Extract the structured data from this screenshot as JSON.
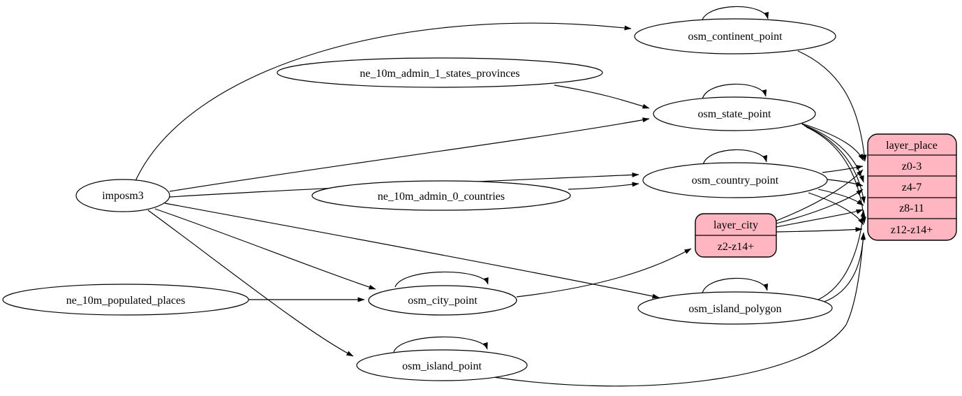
{
  "diagram": {
    "type": "etl-graph",
    "colors": {
      "record_fill": "#FFB6C1",
      "node_fill": "#FFFFFF",
      "stroke": "#000000",
      "background": "#FFFFFF"
    },
    "nodes": {
      "imposm3": {
        "label": "imposm3",
        "shape": "ellipse"
      },
      "ne_10m_admin_1_states_provinces": {
        "label": "ne_10m_admin_1_states_provinces",
        "shape": "ellipse"
      },
      "ne_10m_admin_0_countries": {
        "label": "ne_10m_admin_0_countries",
        "shape": "ellipse"
      },
      "ne_10m_populated_places": {
        "label": "ne_10m_populated_places",
        "shape": "ellipse"
      },
      "osm_continent_point": {
        "label": "osm_continent_point",
        "shape": "ellipse"
      },
      "osm_state_point": {
        "label": "osm_state_point",
        "shape": "ellipse"
      },
      "osm_country_point": {
        "label": "osm_country_point",
        "shape": "ellipse"
      },
      "osm_city_point": {
        "label": "osm_city_point",
        "shape": "ellipse"
      },
      "osm_island_polygon": {
        "label": "osm_island_polygon",
        "shape": "ellipse"
      },
      "osm_island_point": {
        "label": "osm_island_point",
        "shape": "ellipse"
      },
      "layer_city": {
        "title": "layer_city",
        "rows": [
          "z2-z14+"
        ],
        "shape": "record"
      },
      "layer_place": {
        "title": "layer_place",
        "rows": [
          "z0-3",
          "z4-7",
          "z8-11",
          "z12-z14+"
        ],
        "shape": "record"
      }
    },
    "edges": [
      {
        "from": "imposm3",
        "to": "osm_continent_point"
      },
      {
        "from": "imposm3",
        "to": "osm_state_point"
      },
      {
        "from": "imposm3",
        "to": "osm_country_point"
      },
      {
        "from": "imposm3",
        "to": "osm_city_point"
      },
      {
        "from": "imposm3",
        "to": "osm_island_polygon"
      },
      {
        "from": "imposm3",
        "to": "osm_island_point"
      },
      {
        "from": "ne_10m_admin_1_states_provinces",
        "to": "osm_state_point"
      },
      {
        "from": "ne_10m_admin_0_countries",
        "to": "osm_country_point"
      },
      {
        "from": "ne_10m_populated_places",
        "to": "osm_city_point"
      },
      {
        "from": "osm_continent_point",
        "to": "osm_continent_point"
      },
      {
        "from": "osm_state_point",
        "to": "osm_state_point"
      },
      {
        "from": "osm_country_point",
        "to": "osm_country_point"
      },
      {
        "from": "osm_city_point",
        "to": "osm_city_point"
      },
      {
        "from": "osm_island_polygon",
        "to": "osm_island_polygon"
      },
      {
        "from": "osm_island_point",
        "to": "osm_island_point"
      },
      {
        "from": "osm_city_point",
        "to": "layer_city:z2-z14+"
      },
      {
        "from": "osm_continent_point",
        "to": "layer_place:z0-3"
      },
      {
        "from": "osm_country_point",
        "to": "layer_place:z0-3"
      },
      {
        "from": "osm_country_point",
        "to": "layer_place:z4-7"
      },
      {
        "from": "osm_country_point",
        "to": "layer_place:z8-11"
      },
      {
        "from": "osm_country_point",
        "to": "layer_place:z12-z14+"
      },
      {
        "from": "osm_state_point",
        "to": "layer_place:z0-3"
      },
      {
        "from": "osm_state_point",
        "to": "layer_place:z4-7"
      },
      {
        "from": "osm_state_point",
        "to": "layer_place:z8-11"
      },
      {
        "from": "osm_state_point",
        "to": "layer_place:z12-z14+"
      },
      {
        "from": "layer_city",
        "to": "layer_place:z0-3"
      },
      {
        "from": "layer_city",
        "to": "layer_place:z4-7"
      },
      {
        "from": "layer_city",
        "to": "layer_place:z8-11"
      },
      {
        "from": "layer_city",
        "to": "layer_place:z12-z14+"
      },
      {
        "from": "osm_island_polygon",
        "to": "layer_place:z8-11"
      },
      {
        "from": "osm_island_polygon",
        "to": "layer_place:z12-z14+"
      },
      {
        "from": "osm_island_point",
        "to": "layer_place:z12-z14+"
      }
    ]
  }
}
